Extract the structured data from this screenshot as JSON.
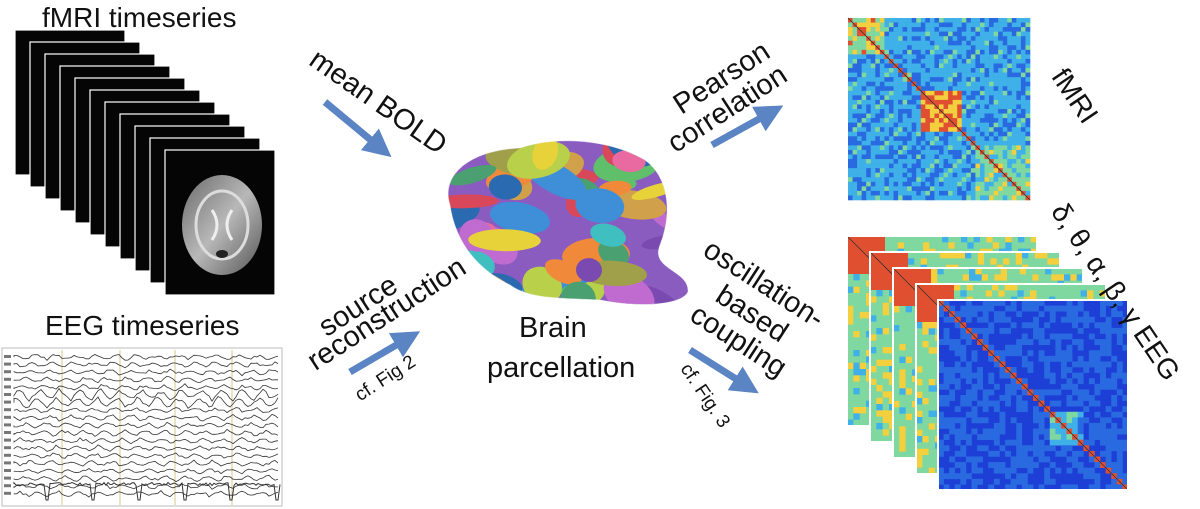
{
  "labels": {
    "fmri_timeseries": "fMRI timeseries",
    "eeg_timeseries": "EEG timeseries",
    "mean_bold": "mean BOLD",
    "source_reconstruction_1": "source",
    "source_reconstruction_2": "reconstruction",
    "cf_fig2": "cf. Fig 2",
    "brain_parcellation_1": "Brain",
    "brain_parcellation_2": "parcellation",
    "pearson_1": "Pearson",
    "pearson_2": "correlation",
    "oscillation_1": "oscillation-",
    "oscillation_2": "based",
    "oscillation_3": "coupling",
    "cf_fig3": "cf. Fig. 3",
    "fmri_matrix": "fMRI",
    "eeg_bands": "δ, θ, α, β, γ EEG"
  },
  "colors": {
    "arrow": "#5b84c4",
    "matrix_base": "#1d3fd6",
    "matrix_hot": "#f4d03f"
  }
}
